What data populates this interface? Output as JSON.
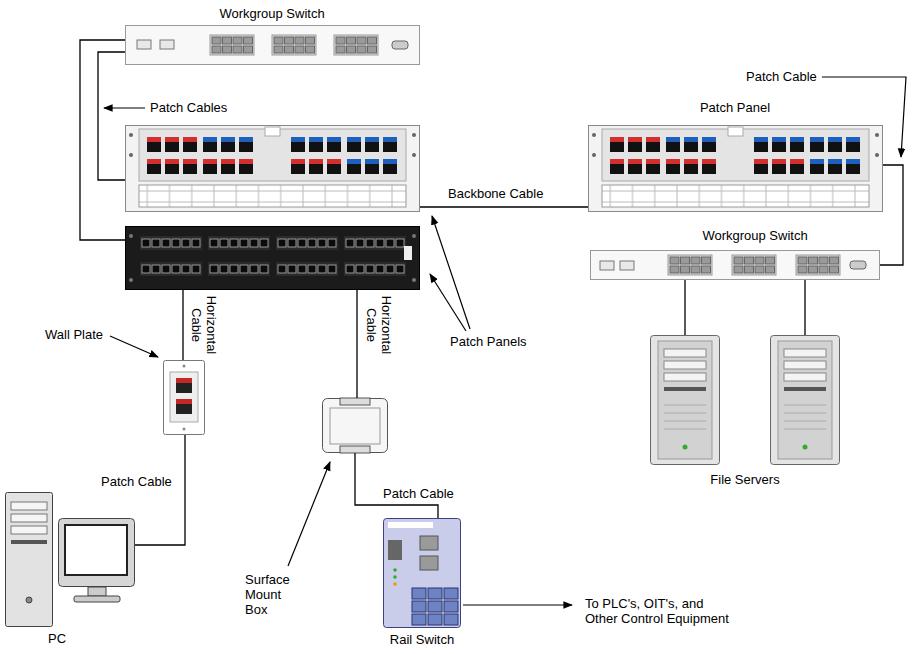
{
  "diagram": {
    "nodes": [
      {
        "text": [
          "Workgroup Switch"
        ]
      },
      {
        "text": [
          "Patch Panels"
        ]
      },
      {
        "text": [
          "Patch Panel"
        ]
      },
      {
        "text": [
          "Workgroup Switch"
        ]
      },
      {
        "text": [
          "File Servers"
        ]
      },
      {
        "text": [
          "Wall Plate"
        ]
      },
      {
        "text": [
          "Surface Mount Box"
        ]
      },
      {
        "text": [
          "PC"
        ]
      },
      {
        "text": [
          "Rail Switch"
        ]
      }
    ],
    "edges": [
      {
        "from": 0,
        "to": 1,
        "arrow": "none"
      },
      {
        "from": 0,
        "to": 1,
        "arrow": "none"
      },
      {
        "from": 1,
        "to": 2,
        "arrow": "none",
        "label": "Backbone Cable"
      },
      {
        "from": 2,
        "to": 3,
        "arrow": "none",
        "label": "Patch Cable"
      },
      {
        "from": 3,
        "to": 4,
        "arrow": "none"
      },
      {
        "from": 3,
        "to": 4,
        "arrow": "none"
      },
      {
        "from": 1,
        "to": 5,
        "arrow": "none",
        "label": "Horizontal Cable"
      },
      {
        "from": 1,
        "to": 6,
        "arrow": "none",
        "label": "Horizontal Cable"
      },
      {
        "from": 5,
        "to": 7,
        "arrow": "none",
        "label": "Patch Cable"
      },
      {
        "from": 6,
        "to": 8,
        "arrow": "none",
        "label": "Patch Cable"
      }
    ],
    "labels": [
      "Patch Cables",
      "To PLC's, OIT's, and Other Control Equipment"
    ]
  }
}
